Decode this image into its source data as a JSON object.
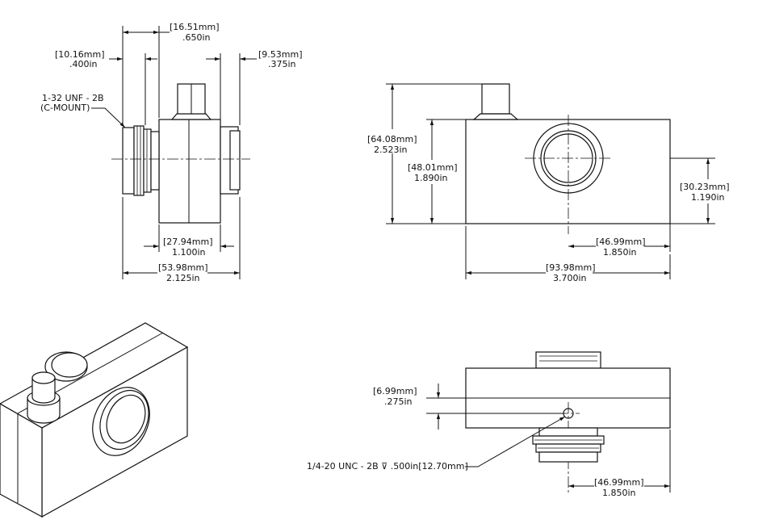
{
  "side_view": {
    "d_16_51": {
      "mm": "16.51mm",
      "in": ".650in"
    },
    "d_10_16": {
      "mm": "10.16mm",
      "in": ".400in"
    },
    "d_9_53": {
      "mm": "9.53mm",
      "in": ".375in"
    },
    "thread_note": {
      "line1": "1-32 UNF - 2B",
      "line2": "(C-MOUNT)"
    },
    "d_27_94": {
      "mm": "27.94mm",
      "in": "1.100in"
    },
    "d_53_98": {
      "mm": "53.98mm",
      "in": "2.125in"
    }
  },
  "front_view": {
    "d_64_08": {
      "mm": "64.08mm",
      "in": "2.523in"
    },
    "d_48_01": {
      "mm": "48.01mm",
      "in": "1.890in"
    },
    "d_30_23": {
      "mm": "30.23mm",
      "in": "1.190in"
    },
    "d_46_99": {
      "mm": "46.99mm",
      "in": "1.850in"
    },
    "d_93_98": {
      "mm": "93.98mm",
      "in": "3.700in"
    }
  },
  "bottom_view": {
    "d_6_99": {
      "mm": "6.99mm",
      "in": ".275in"
    },
    "hole_note": {
      "thread": "1/4-20 UNC - 2B",
      "depth_symbol": "⊽",
      "depth": ".500in",
      "depth_mm": "12.70mm"
    },
    "d_46_99": {
      "mm": "46.99mm",
      "in": "1.850in"
    }
  }
}
